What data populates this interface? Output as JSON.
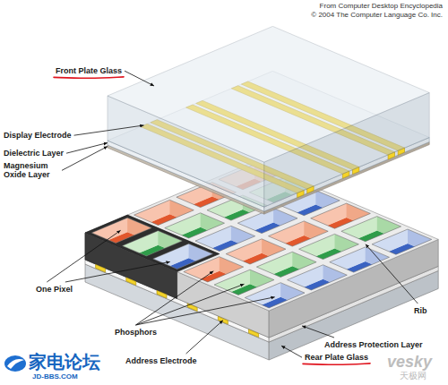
{
  "diagram": {
    "labels": [
      "From Computer Desktop Encyclopedia",
      "© 2004 The Computer Language Co. Inc.",
      "Front Plate Glass",
      "Display Electrode",
      "Dielectric Layer",
      "Magnesium Oxide Layer",
      "One Pixel",
      "Rib",
      "Phosphors",
      "Address Electrode",
      "Address Protection Layer",
      "Rear Plate Glass",
      "家电论坛",
      "JD-BBS.COM",
      "vesky",
      "天极网"
    ]
  }
}
